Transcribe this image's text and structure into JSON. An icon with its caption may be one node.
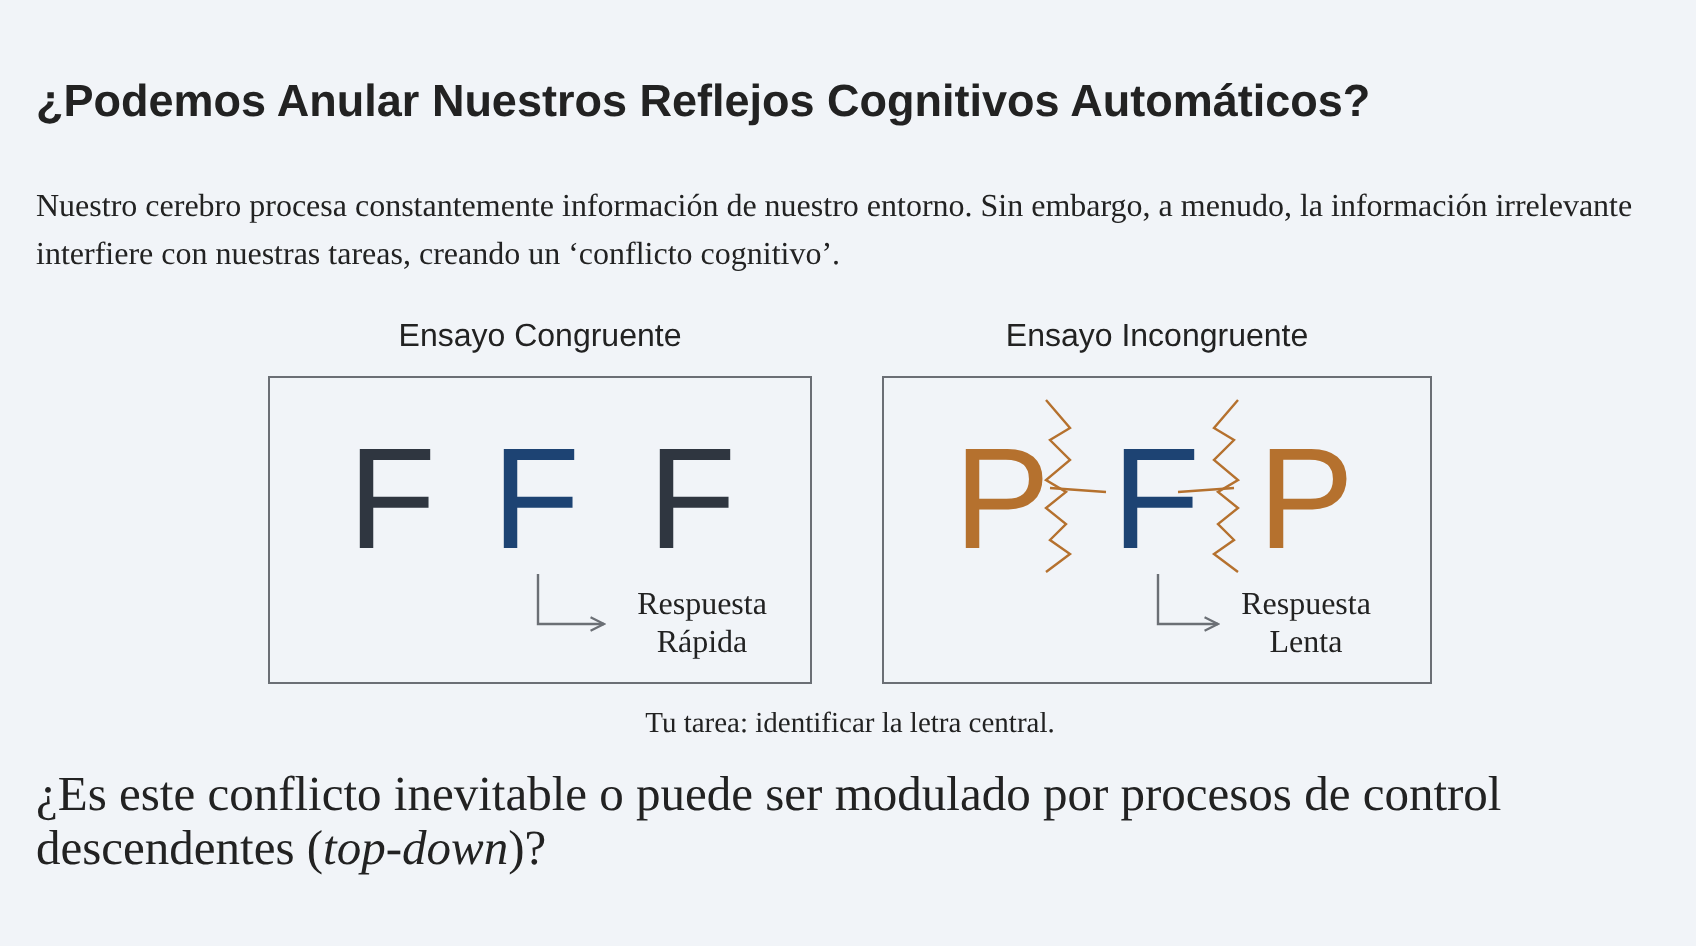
{
  "diagram": {
    "title": "¿Podemos Anular Nuestros Reflejos Cognitivos Automáticos?",
    "nodes": [
      {
        "text": [
          "Ensayo Congruente"
        ]
      },
      {
        "text": [
          "F"
        ],
        "in": 0
      },
      {
        "text": [
          "F"
        ],
        "in": 0
      },
      {
        "text": [
          "F"
        ],
        "in": 0
      },
      {
        "text": [
          "Respuesta Rápida"
        ],
        "in": 0
      },
      {
        "text": [
          "Ensayo Incongruente"
        ]
      },
      {
        "text": [
          "P"
        ],
        "in": 5
      },
      {
        "text": [
          "F"
        ],
        "in": 5
      },
      {
        "text": [
          "P"
        ],
        "in": 5
      },
      {
        "text": [
          "Respuesta Lenta"
        ],
        "in": 5
      }
    ],
    "edges": [
      {
        "from": 2,
        "to": 4,
        "arrow": "to"
      },
      {
        "from": 7,
        "to": 9,
        "arrow": "to"
      }
    ],
    "labels": [
      "Nuestro cerebro procesa constantemente información de nuestro entorno. Sin embargo, a menudo, la información irrelevante interfiere con nuestras tareas, creando un ‘conflicto cognitivo’.",
      "Tu tarea: identificar la letra central.",
      "¿Es este conflicto inevitable o puede ser modulado por procesos de control descendentes (*top-down*)?"
    ]
  }
}
